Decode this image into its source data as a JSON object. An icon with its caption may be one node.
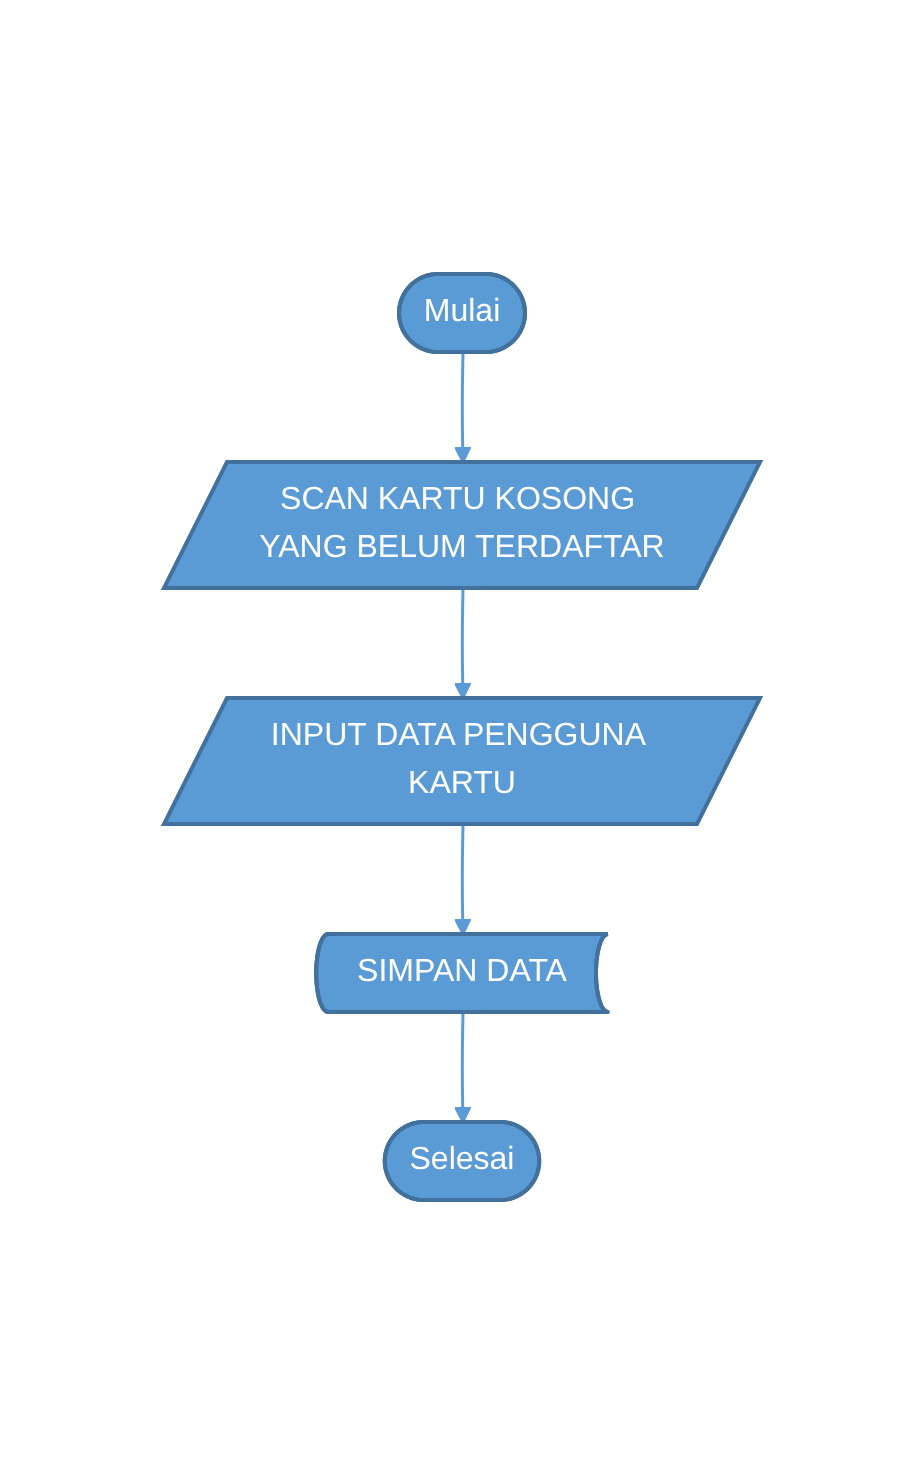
{
  "diagram": {
    "nodes": [
      {
        "text": [
          "Mulai"
        ]
      },
      {
        "text": [
          "SCAN KARTU KOSONG YANG BELUM TERDAFTAR"
        ]
      },
      {
        "text": [
          "INPUT DATA PENGGUNA KARTU"
        ]
      },
      {
        "text": [
          "SIMPAN DATA"
        ]
      },
      {
        "text": [
          "Selesai"
        ]
      }
    ],
    "edges": [
      {
        "from": 0,
        "to": 1,
        "arrow": "to"
      },
      {
        "from": 1,
        "to": 2,
        "arrow": "to"
      },
      {
        "from": 2,
        "to": 3,
        "arrow": "to"
      },
      {
        "from": 3,
        "to": 4,
        "arrow": "to"
      }
    ]
  }
}
